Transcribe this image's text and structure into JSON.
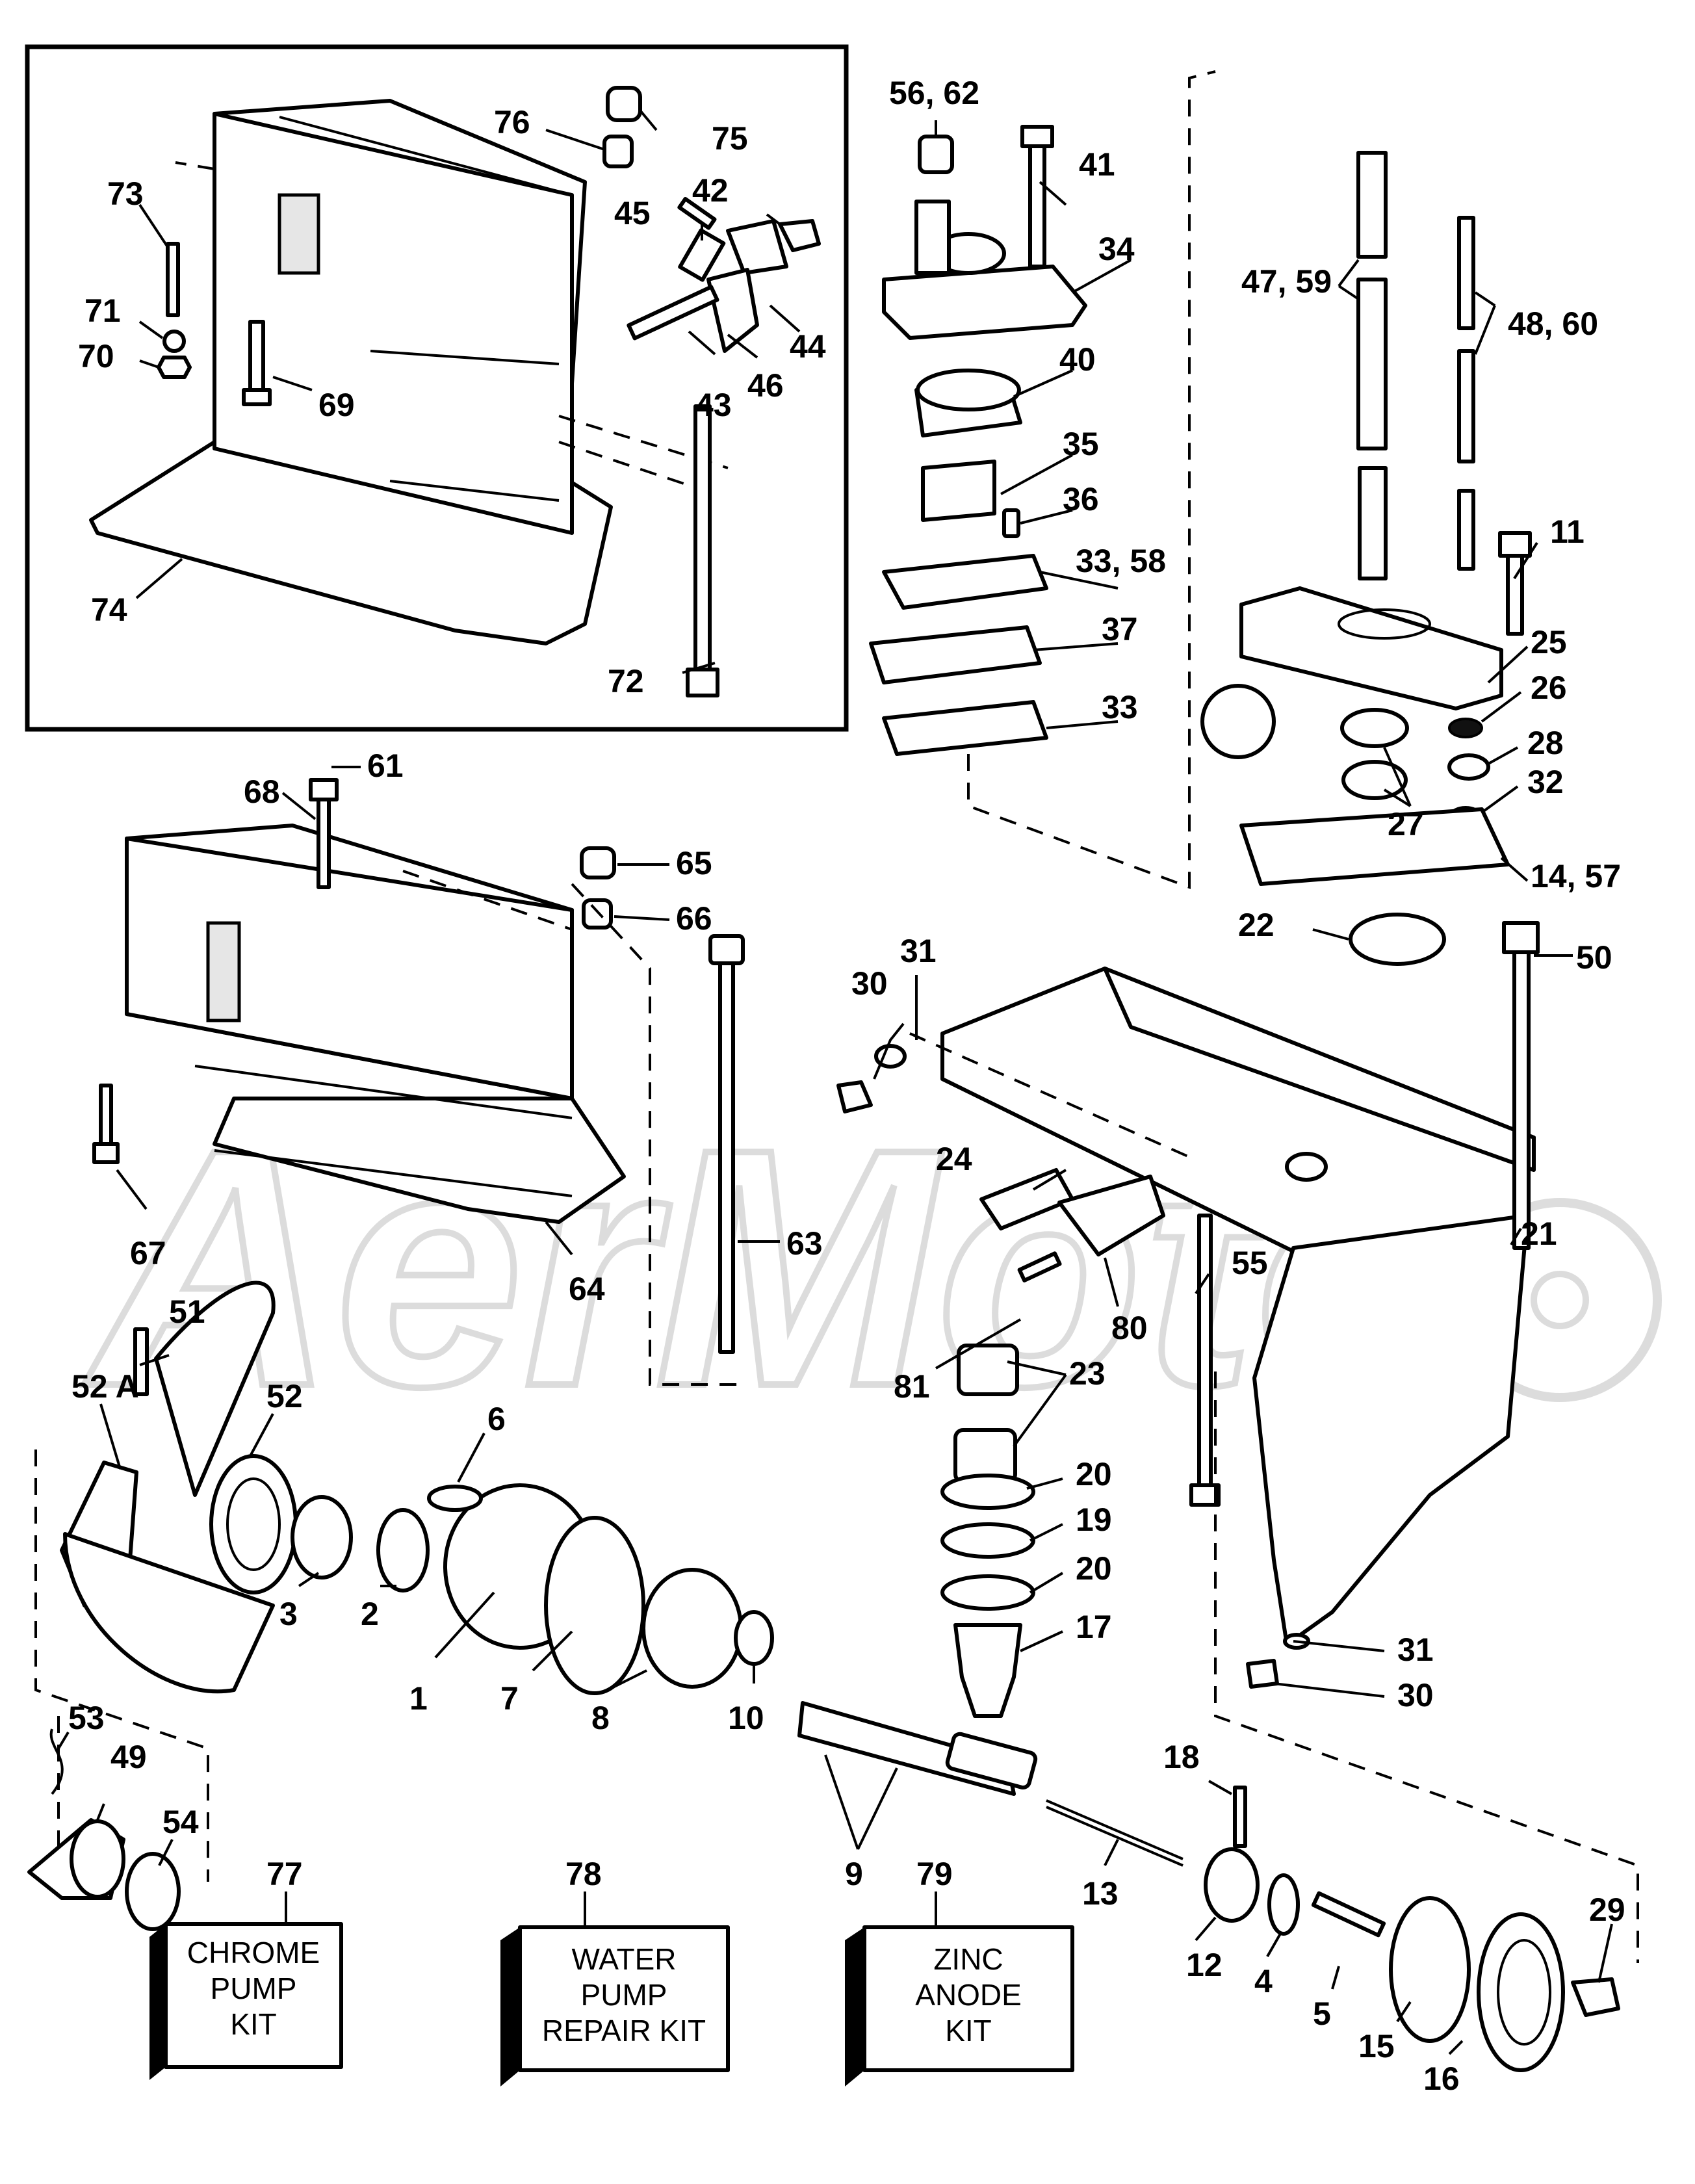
{
  "watermark": {
    "text": "AerMoto"
  },
  "callouts": {
    "c56_62": "56, 62",
    "c41": "41",
    "c34": "34",
    "c40": "40",
    "c35": "35",
    "c36": "36",
    "c33_58": "33, 58",
    "c37": "37",
    "c33": "33",
    "c75": "75",
    "c76": "76",
    "c73": "73",
    "c45": "45",
    "c42": "42",
    "c71": "71",
    "c70": "70",
    "c69": "69",
    "c43": "43",
    "c46": "46",
    "c44": "44",
    "c74": "74",
    "c72": "72",
    "c47_59": "47, 59",
    "c48_60": "48, 60",
    "c11": "11",
    "c25": "25",
    "c26": "26",
    "c28": "28",
    "c32": "32",
    "c27": "27",
    "c14_57": "14, 57",
    "c22": "22",
    "c50": "50",
    "c61": "61",
    "c68": "68",
    "c65": "65",
    "c66": "66",
    "c67": "67",
    "c64": "64",
    "c63": "63",
    "c31a": "31",
    "c30a": "30",
    "c24": "24",
    "c80": "80",
    "c81": "81",
    "c21": "21",
    "c55": "55",
    "c23": "23",
    "c20a": "20",
    "c19": "19",
    "c20b": "20",
    "c17": "17",
    "c31b": "31",
    "c30b": "30",
    "c51": "51",
    "c52a": "52 A",
    "c52": "52",
    "c6": "6",
    "c3": "3",
    "c2": "2",
    "c1": "1",
    "c7": "7",
    "c8": "8",
    "c10": "10",
    "c9": "9",
    "c18": "18",
    "c13": "13",
    "c12": "12",
    "c4": "4",
    "c5": "5",
    "c15": "15",
    "c16": "16",
    "c29": "29",
    "c53": "53",
    "c49": "49",
    "c54": "54",
    "c77": "77",
    "c78": "78",
    "c79": "79"
  },
  "kits": {
    "k77": [
      "CHROME",
      "PUMP",
      "KIT"
    ],
    "k78": [
      "WATER",
      "PUMP",
      "REPAIR KIT"
    ],
    "k79": [
      "ZINC",
      "ANODE",
      "KIT"
    ]
  }
}
